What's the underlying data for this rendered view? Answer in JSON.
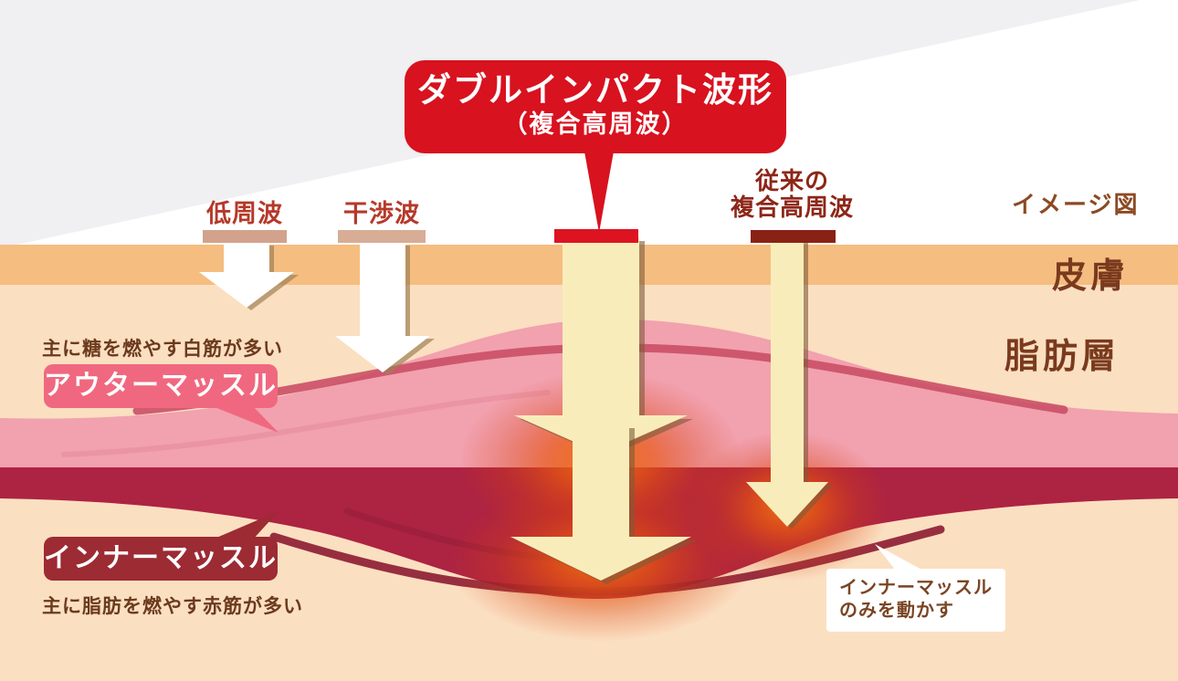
{
  "title_callout": {
    "line1": "ダブルインパクト波形",
    "line2": "（複合高周波）"
  },
  "wave_labels": {
    "low_freq": "低周波",
    "interference": "干渉波",
    "conventional_line1": "従来の",
    "conventional_line2": "複合高周波",
    "image_note": "イメージ図"
  },
  "layer_labels": {
    "skin": "皮膚",
    "fat": "脂肪層"
  },
  "muscle": {
    "outer_note": "主に糖を燃やす白筋が多い",
    "outer_badge": "アウターマッスル",
    "inner_badge": "インナーマッスル",
    "inner_note": "主に脂肪を燃やす赤筋が多い"
  },
  "callout_right": {
    "line1": "インナーマッスル",
    "line2": "のみを動かす"
  },
  "colors": {
    "accent_red": "#d8121f",
    "skin_band": "#f5bd80",
    "fat_layer": "#fbdfc1",
    "outer_muscle_pink": "#f2a1af",
    "inner_muscle_red": "#ad2342",
    "electrode_tan": "#d3a28c",
    "electrode_dark_red": "#8a2115",
    "cream_arrow": "#f8edba",
    "heat_glow_orange": "#e8570f",
    "badge_pink": "#f0687f",
    "badge_dark_red": "#9c2b33",
    "label_text_red": "#b5392a",
    "layer_text_brown": "#7a3a1e",
    "background_gray": "#f0eff1"
  }
}
